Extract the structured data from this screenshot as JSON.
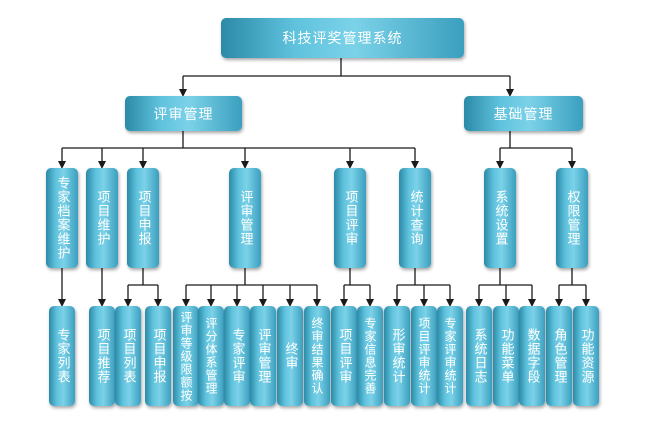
{
  "root": "科技评奖管理系统",
  "level1": [
    "评审管理",
    "基础管理"
  ],
  "level2": [
    "专家档案维护",
    "项目维护",
    "项目申报",
    "评审管理",
    "项目评审",
    "统计查询",
    "系统设置",
    "权限管理"
  ],
  "level3": [
    "专家列表",
    "项目推荐",
    "项目列表",
    "项目申报",
    "评审等级限额按",
    "评分体系管理",
    "专家评审",
    "评审管理",
    "终审",
    "终审结果确认",
    "项目评审",
    "专家信息完善",
    "形审统计",
    "项目评审统计",
    "专家评审统计",
    "系统日志",
    "功能菜单",
    "数据字段",
    "角色管理",
    "功能资源"
  ],
  "colors": {
    "box_dark": "#2b8aa7",
    "box_light": "#7bd2e8",
    "line": "#1a1a1a"
  }
}
